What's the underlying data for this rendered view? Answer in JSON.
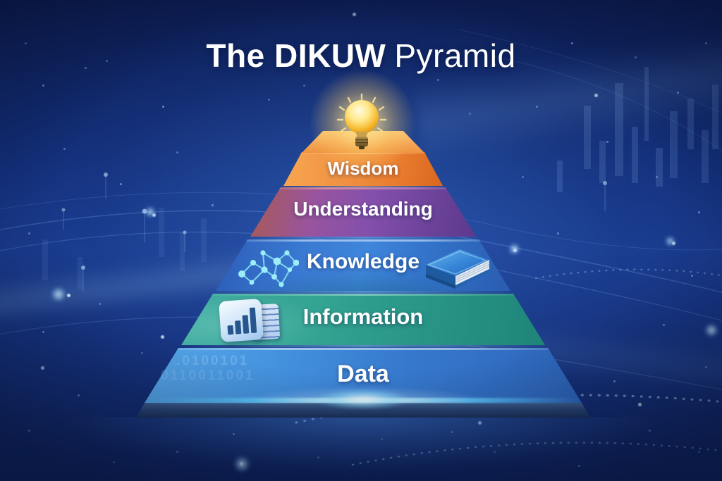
{
  "title": {
    "bold": "The DIKUW",
    "regular": "Pyramid",
    "full": "The DIKUW Pyramid"
  },
  "pyramid": {
    "levels": [
      {
        "name": "Wisdom",
        "color": "#ee8231",
        "icon": "lightbulb-icon"
      },
      {
        "name": "Understanding",
        "color": "#7c4da8",
        "icon": ""
      },
      {
        "name": "Knowledge",
        "color": "#3577cf",
        "icon": "network-icon, book-icon"
      },
      {
        "name": "Information",
        "color": "#2a9a8c",
        "icon": "bar-chart-icon"
      },
      {
        "name": "Data",
        "color": "#3b82d4",
        "icon": "binary-digits"
      }
    ],
    "binary": {
      "line1": ".0100101",
      "line2": "0110011001"
    }
  },
  "colors": {
    "background": "#13307c",
    "title_text": "#ffffff",
    "base_glow": "#5fd4ff",
    "bulb_glow": "#ffe88a"
  }
}
